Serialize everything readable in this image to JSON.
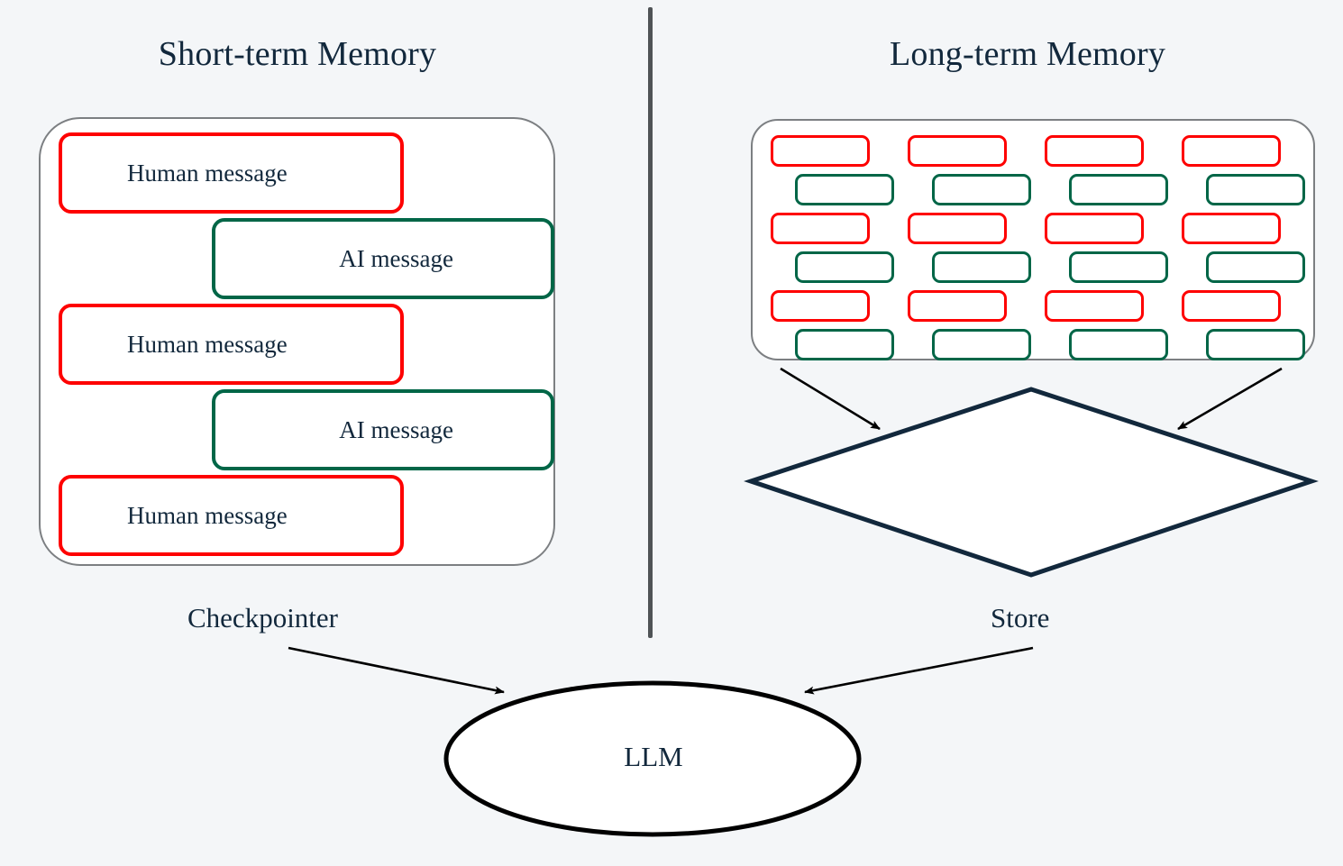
{
  "background_color": "#f4f6f8",
  "colors": {
    "human_border": "#fe0000",
    "ai_border": "#006647",
    "container_border": "#7c7f82",
    "text": "#12283c",
    "divider": "#4f5356",
    "diamond_stroke": "#12283c",
    "ellipse_stroke": "#000000",
    "arrow": "#000000"
  },
  "short_term": {
    "title": "Short-term Memory",
    "edge_label": "Checkpointer",
    "messages": [
      {
        "label": "Human message",
        "role": "human"
      },
      {
        "label": "AI message",
        "role": "ai"
      },
      {
        "label": "Human message",
        "role": "human"
      },
      {
        "label": "AI message",
        "role": "ai"
      },
      {
        "label": "Human message",
        "role": "human"
      }
    ]
  },
  "long_term": {
    "title": "Long-term Memory",
    "edge_label": "Store",
    "grid": {
      "columns": 4,
      "rows": 6,
      "row_roles": [
        "human",
        "ai",
        "human",
        "ai",
        "human",
        "ai"
      ],
      "chip_count": 24
    }
  },
  "model": {
    "label": "LLM",
    "shape": "ellipse"
  },
  "store_shape": {
    "shape": "diamond",
    "label": ""
  }
}
